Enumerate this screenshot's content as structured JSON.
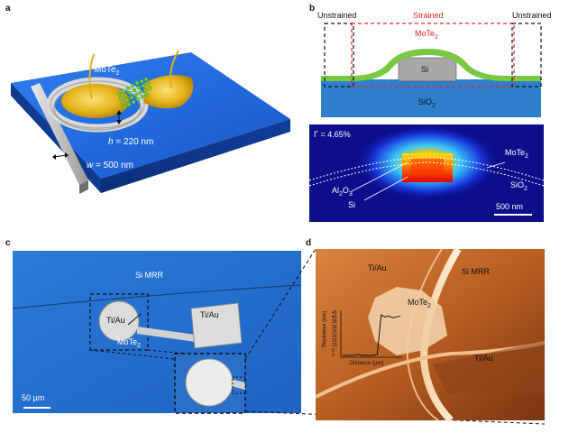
{
  "panels": {
    "a": "a",
    "b": "b",
    "c": "c",
    "d": "d"
  },
  "panel_a": {
    "material": "MoTe",
    "material_sub": "2",
    "h_label": "h",
    "h_value": " = 220 nm",
    "w_label": "w",
    "w_value": " = 500 nm"
  },
  "panel_b_top": {
    "left_label": "Unstrained",
    "middle_label": "Strained",
    "right_label": "Unstrained",
    "material": "MoTe",
    "material_sub": "2",
    "core": "Si",
    "substrate": "SiO",
    "substrate_sub": "2",
    "colors": {
      "strained": "#e8242a",
      "film": "#7ac943",
      "substrate": "#2f7fcc"
    }
  },
  "panel_b_bottom": {
    "gamma": "Γ = 4.65%",
    "material": "MoTe",
    "material_sub": "2",
    "substrate": "SiO",
    "substrate_sub": "2",
    "oxide": "Al",
    "oxide_sub1": "2",
    "oxide_mid": "O",
    "oxide_sub2": "3",
    "core": "Si",
    "scalebar": "500 nm"
  },
  "panel_c": {
    "mrr": "Si MRR",
    "pad_center": "Ti/Au",
    "pad_right": "Ti/Au",
    "material": "MoTe",
    "material_sub": "2",
    "scalebar": "50 µm"
  },
  "panel_d": {
    "pad_left": "Ti/Au",
    "mrr": "Si MRR",
    "material": "MoTe",
    "material_sub": "2",
    "pad_right": "Ti/Au",
    "inset_ylabel": "Thickness (nm)",
    "inset_xlabel": "Distance (µm)",
    "inset_yticks": [
      "45",
      "40",
      "35",
      "30",
      "25",
      "20",
      "15",
      "10",
      "5",
      "0"
    ],
    "inset_profile": [
      0,
      0,
      0,
      0,
      1,
      0,
      0,
      0,
      0,
      1,
      42,
      40,
      41,
      39,
      40,
      41
    ]
  }
}
